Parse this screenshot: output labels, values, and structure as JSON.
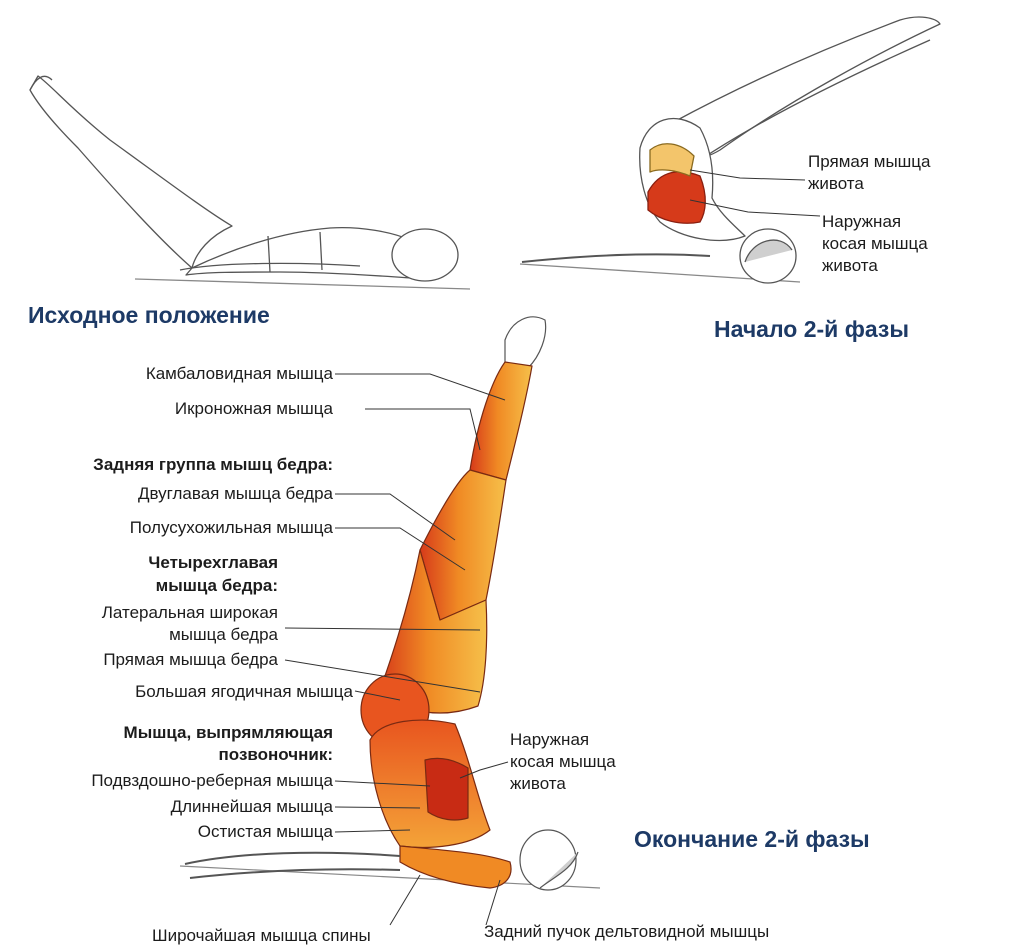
{
  "phases": {
    "start": "Исходное положение",
    "phase2_begin": "Начало 2-й фазы",
    "phase2_end": "Окончание 2-й фазы"
  },
  "top_right_labels": {
    "rectus_1": "Прямая мышца",
    "rectus_2": "живота",
    "oblique_1": "Наружная",
    "oblique_2": "косая мышца",
    "oblique_3": "живота"
  },
  "left_labels": {
    "soleus": "Камбаловидная мышца",
    "gastrocnemius": "Икроножная мышца",
    "hamstrings_group": "Задняя группа мышц бедра:",
    "biceps_femoris": "Двуглавая мышца бедра",
    "semitendinosus": "Полусухожильная мышца",
    "quadriceps_1": "Четырехглавая",
    "quadriceps_2": "мышца бедра:",
    "vastus_lateralis_1": "Латеральная широкая",
    "vastus_lateralis_2": "мышца бедра",
    "rectus_femoris": "Прямая мышца бедра",
    "gluteus_maximus": "Большая ягодичная мышца",
    "erector_1": "Мышца, выпрямляющая",
    "erector_2": "позвоночник:",
    "iliocostalis": "Подвздошно-реберная мышца",
    "longissimus": "Длиннейшая мышца",
    "spinalis": "Остистая мышца"
  },
  "bottom_right_labels": {
    "oblique_1": "Наружная",
    "oblique_2": "косая мышца",
    "oblique_3": "живота"
  },
  "bottom_labels": {
    "latissimus": "Широчайшая мышца спины",
    "posterior_deltoid": "Задний пучок дельтовидной мышцы"
  },
  "colors": {
    "phase_title": "#1d3a66",
    "muscle_red": "#d63a1a",
    "muscle_orange": "#f08a24",
    "muscle_yellow": "#f6c04a",
    "outline": "#555555"
  }
}
